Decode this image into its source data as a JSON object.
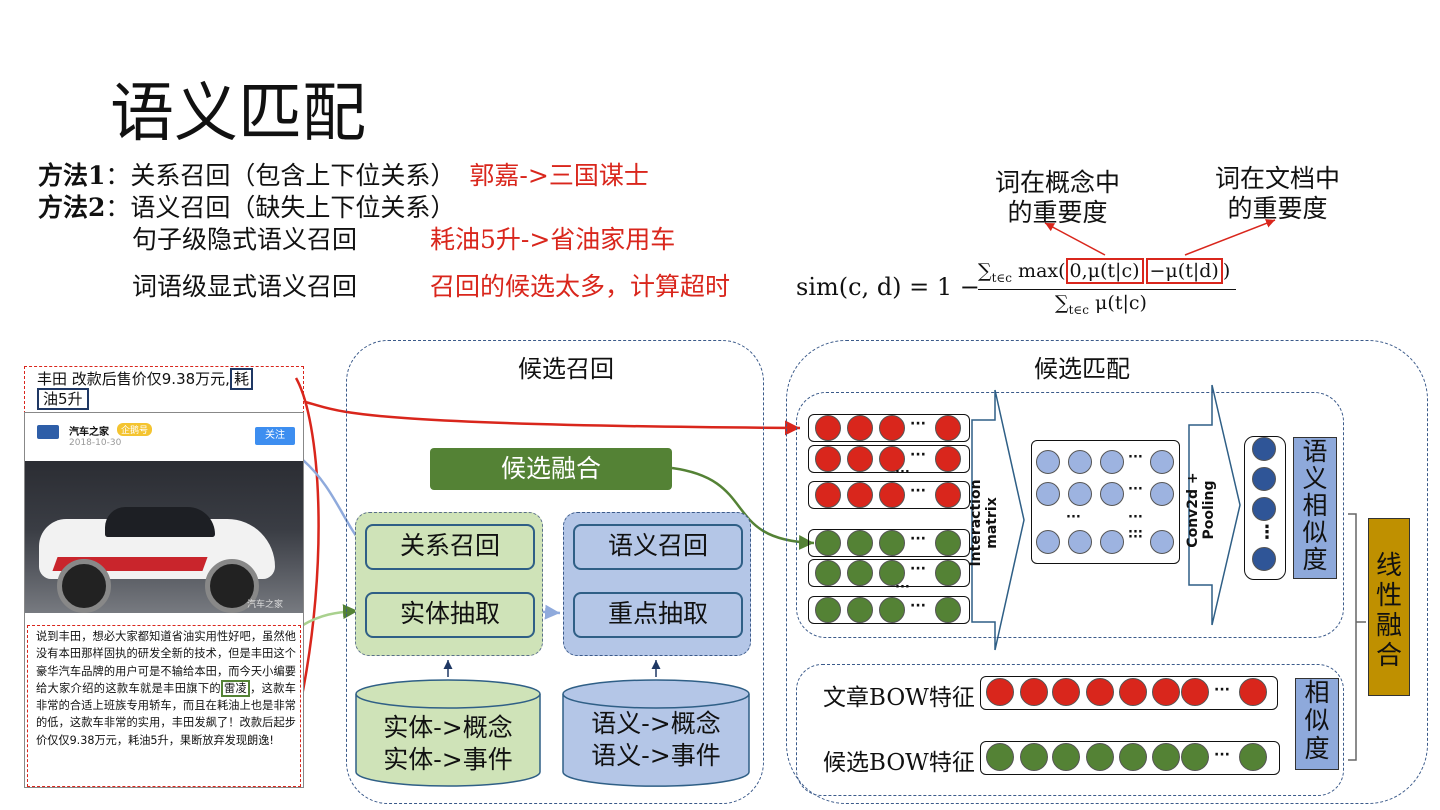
{
  "title": "语义匹配",
  "methods": {
    "m1_label": "方法1",
    "m1_text": "：关系召回（包含上下位关系）",
    "m1_example": "郭嘉->三国谋士",
    "m2_label": "方法2",
    "m2_text": "：语义召回（缺失上下位关系）",
    "sub1": "句子级隐式语义召回",
    "sub1_example": "耗油5升->省油家用车",
    "sub2": "词语级显式语义召回",
    "sub2_example": "召回的候选太多，计算超时"
  },
  "formula": {
    "lhs": "sim(c, d) = 1 −",
    "num_sum": "∑",
    "num_sub": "t∈c",
    "num_max": " max(",
    "num_a": "0,μ(t|c)",
    "num_b": "−μ(t|d)",
    "num_close": ")",
    "den": "∑",
    "den_sub": "t∈c",
    "den_rest": " μ(t|c)",
    "ann_left": "词在概念中\n的重要度",
    "ann_right": "词在文档中\n的重要度"
  },
  "news": {
    "headline_a": "丰田 改款后售价仅9.38万元,",
    "headline_hl1": "耗",
    "headline_hl2": "油5升",
    "source": "汽车之家",
    "source_badge": "企鹅号",
    "date": "2018-10-30",
    "follow": "关注",
    "watermark": "汽车之家",
    "body_a": "说到丰田，想必大家都知道省油实用性好吧，虽然他没有本田那样固执的研发全新的技术，但是丰田这个豪华汽车品牌的用户可是不输给本田，而今天小编要给大家介绍的这款车就是丰田旗下的",
    "body_hl": "雷凌",
    "body_b": "，这款车非常的合适上班族专用轿车，而且在耗油上也是非常的低，这款车非常的实用，丰田发飙了！改款后起步价仅仅9.38万元，耗油5升，果断放弃发现朗逸!"
  },
  "recall": {
    "section": "候选召回",
    "fusion": "候选融合",
    "rel_recall": "关系召回",
    "entity_extract": "实体抽取",
    "sem_recall": "语义召回",
    "key_extract": "重点抽取",
    "db_left_1": "实体->概念",
    "db_left_2": "实体->事件",
    "db_right_1": "语义->概念",
    "db_right_2": "语义->事件"
  },
  "match": {
    "section": "候选匹配",
    "interaction": "Interaction matrix",
    "conv": "Conv2d + Pooling",
    "sem_sim": "语义相似度",
    "sim": "相似度",
    "linear": "线性融合",
    "article_bow": "文章BOW特征",
    "cand_bow": "候选BOW特征",
    "ellipsis": "···",
    "vdots": "⋮"
  },
  "colors": {
    "red": "#d9261c",
    "green": "#548235",
    "light_green": "#cfe3b8",
    "light_blue": "#b4c6e7",
    "blue_label": "#8ea9db",
    "gold": "#bf9000",
    "navy": "#2f5597"
  }
}
